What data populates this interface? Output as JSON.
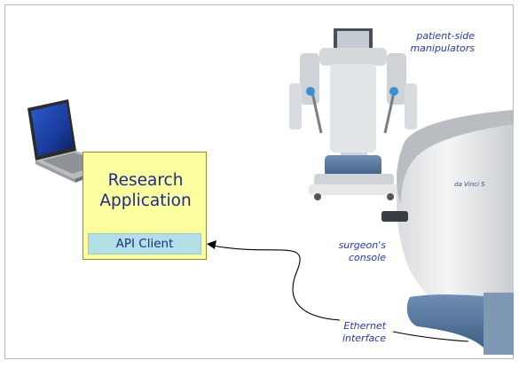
{
  "research_application": {
    "title": "Research\nApplication",
    "api_client_label": "API Client",
    "box_color": "#fcfd9e",
    "api_color": "#b3dfe6"
  },
  "labels": {
    "patient_side": "patient-side\nmanipulators",
    "surgeon_console": "surgeon's\nconsole",
    "ethernet": "Ethernet\ninterface"
  },
  "console_brand": "da Vinci S",
  "text_color": "#2838a8"
}
